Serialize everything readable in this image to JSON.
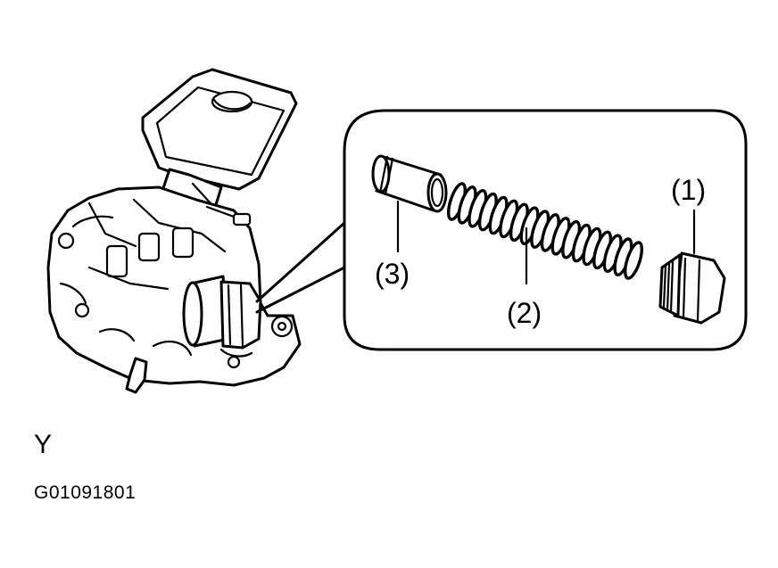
{
  "callouts": {
    "plug": "(1)",
    "spring": "(2)",
    "sleeve": "(3)"
  },
  "figure": {
    "letter": "Y",
    "code": "G01091801"
  }
}
